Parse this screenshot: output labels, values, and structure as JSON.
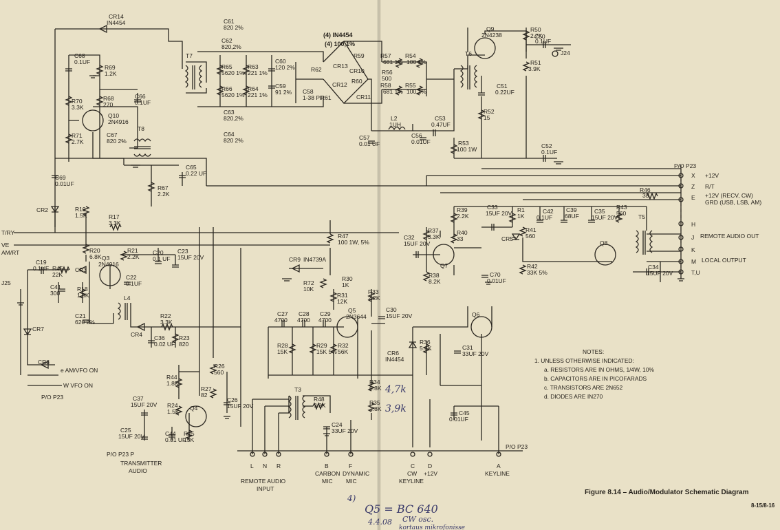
{
  "figure": {
    "title": "Figure 8.14 – Audio/Modulator Schematic Diagram",
    "page": "8-15/8-16"
  },
  "notes": {
    "heading": "NOTES:",
    "intro": "1. UNLESS OTHERWISE INDICATED:",
    "items": [
      "a. RESISTORS ARE IN OHMS, 1/4W, 10%",
      "b. CAPACITORS ARE IN PICOFARADS",
      "c. TRANSISTORS ARE 2N652",
      "d. DIODES ARE IN270"
    ]
  },
  "handwriting": {
    "line1": "Q5 = BC 640",
    "date": "4.4.08",
    "line2": "CW osc.",
    "line3": "kortaus mikrofonisse",
    "r34_new": "4,7k",
    "r35_new": "3,9k",
    "mark": "4)"
  },
  "connector_p23": {
    "label": "P/O P23",
    "pins": [
      {
        "pin": "X",
        "text": "+12V"
      },
      {
        "pin": "Z",
        "text": "R/T"
      },
      {
        "pin": "E",
        "text": "+12V (RECV, CW)"
      },
      {
        "pin": "",
        "text": "GRD (USB, LSB, AM)"
      },
      {
        "pin": "H",
        "text": ""
      },
      {
        "pin": "J",
        "text": "REMOTE AUDIO OUT"
      },
      {
        "pin": "K",
        "text": ""
      },
      {
        "pin": "M",
        "text": "LOCAL OUTPUT"
      },
      {
        "pin": "T,U",
        "text": ""
      }
    ]
  },
  "left_signals": {
    "try": "T/RY",
    "ve": "VE",
    "amrt": "AM/RT",
    "j25": "J25",
    "e": "e AM/VFO ON",
    "w": "W VFO ON",
    "po": "P/O P23",
    "p": "P/O P23 P",
    "tx1": "TRANSMITTER",
    "tx2": "AUDIO"
  },
  "bottom_inputs": {
    "lnr": [
      "L",
      "N",
      "R"
    ],
    "remote1": "REMOTE AUDIO",
    "remote2": "INPUT",
    "b": "B",
    "carbon1": "CARBON",
    "carbon2": "MIC",
    "f": "F",
    "dyn1": "DYNAMIC",
    "dyn2": "MIC",
    "c": "C",
    "cw1": "CW",
    "cw2": "KEYLINE",
    "d": "D",
    "v12": "+12V",
    "a": "A",
    "key": "KEYLINE",
    "po": "P/O P23"
  },
  "components": [
    {
      "ref": "CR14",
      "value": "IN4454"
    },
    {
      "ref": "C68",
      "value": "0.1UF"
    },
    {
      "ref": "R69",
      "value": "1.2K"
    },
    {
      "ref": "R70",
      "value": "3.3K"
    },
    {
      "ref": "R68",
      "value": "270"
    },
    {
      "ref": "C66",
      "value": "0.1UF"
    },
    {
      "ref": "Q10",
      "value": "2N4916"
    },
    {
      "ref": "R71",
      "value": "2.7K"
    },
    {
      "ref": "C67",
      "value": "820 2%"
    },
    {
      "ref": "T8",
      "value": ""
    },
    {
      "ref": "T7",
      "value": ""
    },
    {
      "ref": "C69",
      "value": "0.01UF"
    },
    {
      "ref": "C65",
      "value": "0.22 UF"
    },
    {
      "ref": "R67",
      "value": "2.2K"
    },
    {
      "ref": "C61",
      "value": "820 2%"
    },
    {
      "ref": "C62",
      "value": "820,2%"
    },
    {
      "ref": "R65",
      "value": "5620 1%"
    },
    {
      "ref": "R66",
      "value": "5620 1%"
    },
    {
      "ref": "R63",
      "value": "221 1%"
    },
    {
      "ref": "R64",
      "value": "221 1%"
    },
    {
      "ref": "C60",
      "value": "120 2%"
    },
    {
      "ref": "C59",
      "value": "91 2%"
    },
    {
      "ref": "C63",
      "value": "820,2%"
    },
    {
      "ref": "C64",
      "value": "820 2%"
    },
    {
      "ref": "C58",
      "value": "1-38 PF"
    },
    {
      "ref": "(4) IN4454",
      "value": "(4) 100,1%"
    },
    {
      "ref": "CR13",
      "value": ""
    },
    {
      "ref": "CR10",
      "value": ""
    },
    {
      "ref": "CR12",
      "value": ""
    },
    {
      "ref": "CR11",
      "value": ""
    },
    {
      "ref": "R59",
      "value": ""
    },
    {
      "ref": "R62",
      "value": ""
    },
    {
      "ref": "R60",
      "value": ""
    },
    {
      "ref": "R61",
      "value": ""
    },
    {
      "ref": "R57",
      "value": "681 1%"
    },
    {
      "ref": "R56",
      "value": "500"
    },
    {
      "ref": "R58",
      "value": "681 1%"
    },
    {
      "ref": "R54",
      "value": "100 1%"
    },
    {
      "ref": "R55",
      "value": "100 1%"
    },
    {
      "ref": "L2",
      "value": "1UH"
    },
    {
      "ref": "C57",
      "value": "0.01 UF"
    },
    {
      "ref": "C56",
      "value": "0.01UF"
    },
    {
      "ref": "C53",
      "value": "0.47UF"
    },
    {
      "ref": "T6",
      "value": ""
    },
    {
      "ref": "Q9",
      "value": "2N4238"
    },
    {
      "ref": "R50",
      "value": "2.7K"
    },
    {
      "ref": "C50",
      "value": "0.1UF"
    },
    {
      "ref": "J24",
      "value": ""
    },
    {
      "ref": "R51",
      "value": "3.9K"
    },
    {
      "ref": "C51",
      "value": "0.22UF"
    },
    {
      "ref": "R52",
      "value": "15"
    },
    {
      "ref": "R53",
      "value": "100 1W"
    },
    {
      "ref": "C52",
      "value": "0.1UF"
    },
    {
      "ref": "R46",
      "value": "33"
    },
    {
      "ref": "R39",
      "value": "2.2K"
    },
    {
      "ref": "C33",
      "value": "15UF 20V"
    },
    {
      "ref": "R1",
      "value": "1K"
    },
    {
      "ref": "C42",
      "value": "0.1UF"
    },
    {
      "ref": "C39",
      "value": "68UF"
    },
    {
      "ref": "C35",
      "value": "15UF 20V"
    },
    {
      "ref": "R43",
      "value": "560"
    },
    {
      "ref": "T5",
      "value": ""
    },
    {
      "ref": "R40",
      "value": "33"
    },
    {
      "ref": "R41",
      "value": "560"
    },
    {
      "ref": "CR5",
      "value": ""
    },
    {
      "ref": "R37",
      "value": "3.3K"
    },
    {
      "ref": "C32",
      "value": "15UF 20V"
    },
    {
      "ref": "Q7",
      "value": ""
    },
    {
      "ref": "Q8",
      "value": ""
    },
    {
      "ref": "R38",
      "value": "8.2K"
    },
    {
      "ref": "C70",
      "value": "0.01UF"
    },
    {
      "ref": "R42",
      "value": "33K 5%"
    },
    {
      "ref": "C34",
      "value": "15UF 20V"
    },
    {
      "ref": "CR2",
      "value": ""
    },
    {
      "ref": "R19",
      "value": "1.5K"
    },
    {
      "ref": "R17",
      "value": "3.3K"
    },
    {
      "ref": "R20",
      "value": "6.8K"
    },
    {
      "ref": "Q3",
      "value": "2N4916"
    },
    {
      "ref": "R21",
      "value": "2.2K"
    },
    {
      "ref": "C20",
      "value": "0.1 UF"
    },
    {
      "ref": "C23",
      "value": "15UF 20V"
    },
    {
      "ref": "C19",
      "value": "0.1UF"
    },
    {
      "ref": "R45",
      "value": "22K"
    },
    {
      "ref": "CR3",
      "value": ""
    },
    {
      "ref": "C22",
      "value": "0.1UF"
    },
    {
      "ref": "C41",
      "value": "300"
    },
    {
      "ref": "R18",
      "value": "1.5K"
    },
    {
      "ref": "L4",
      "value": ""
    },
    {
      "ref": "C21",
      "value": "620 2%"
    },
    {
      "ref": "CR4",
      "value": ""
    },
    {
      "ref": "R22",
      "value": "3.3K"
    },
    {
      "ref": "C36",
      "value": "0.02 UF"
    },
    {
      "ref": "R23",
      "value": "820"
    },
    {
      "ref": "CR7",
      "value": ""
    },
    {
      "ref": "CR8",
      "value": ""
    },
    {
      "ref": "R47",
      "value": "100 1W, 5%"
    },
    {
      "ref": "CR9",
      "value": "IN4739A"
    },
    {
      "ref": "R72",
      "value": "10K"
    },
    {
      "ref": "R30",
      "value": "1K"
    },
    {
      "ref": "R31",
      "value": "12K"
    },
    {
      "ref": "R33",
      "value": "2.2K"
    },
    {
      "ref": "C27",
      "value": "4700"
    },
    {
      "ref": "C28",
      "value": "4700"
    },
    {
      "ref": "C29",
      "value": "4700"
    },
    {
      "ref": "Q5",
      "value": "2N3644"
    },
    {
      "ref": "C30",
      "value": "15UF 20V"
    },
    {
      "ref": "R28",
      "value": "15K"
    },
    {
      "ref": "R29",
      "value": "15K 5%"
    },
    {
      "ref": "R32",
      "value": "56K"
    },
    {
      "ref": "Q6",
      "value": ""
    },
    {
      "ref": "CR6",
      "value": "IN4454"
    },
    {
      "ref": "R36",
      "value": "5.6K"
    },
    {
      "ref": "C31",
      "value": "33UF 20V"
    },
    {
      "ref": "R34",
      "value": "6.8K"
    },
    {
      "ref": "R35",
      "value": "1.8K"
    },
    {
      "ref": "C45",
      "value": "0.01UF"
    },
    {
      "ref": "T3",
      "value": ""
    },
    {
      "ref": "R48",
      "value": "3.3K"
    },
    {
      "ref": "C24",
      "value": "33UF 20V"
    },
    {
      "ref": "R26",
      "value": "560"
    },
    {
      "ref": "R44",
      "value": "1.8K"
    },
    {
      "ref": "R27",
      "value": "82"
    },
    {
      "ref": "C26",
      "value": "15UF 20V"
    },
    {
      "ref": "C37",
      "value": "15UF 20V"
    },
    {
      "ref": "R24",
      "value": "1.5K"
    },
    {
      "ref": "Q4",
      "value": ""
    },
    {
      "ref": "C25",
      "value": "15UF 20V"
    },
    {
      "ref": "C44",
      "value": "0.01 UF"
    },
    {
      "ref": "R25",
      "value": "15K"
    }
  ]
}
